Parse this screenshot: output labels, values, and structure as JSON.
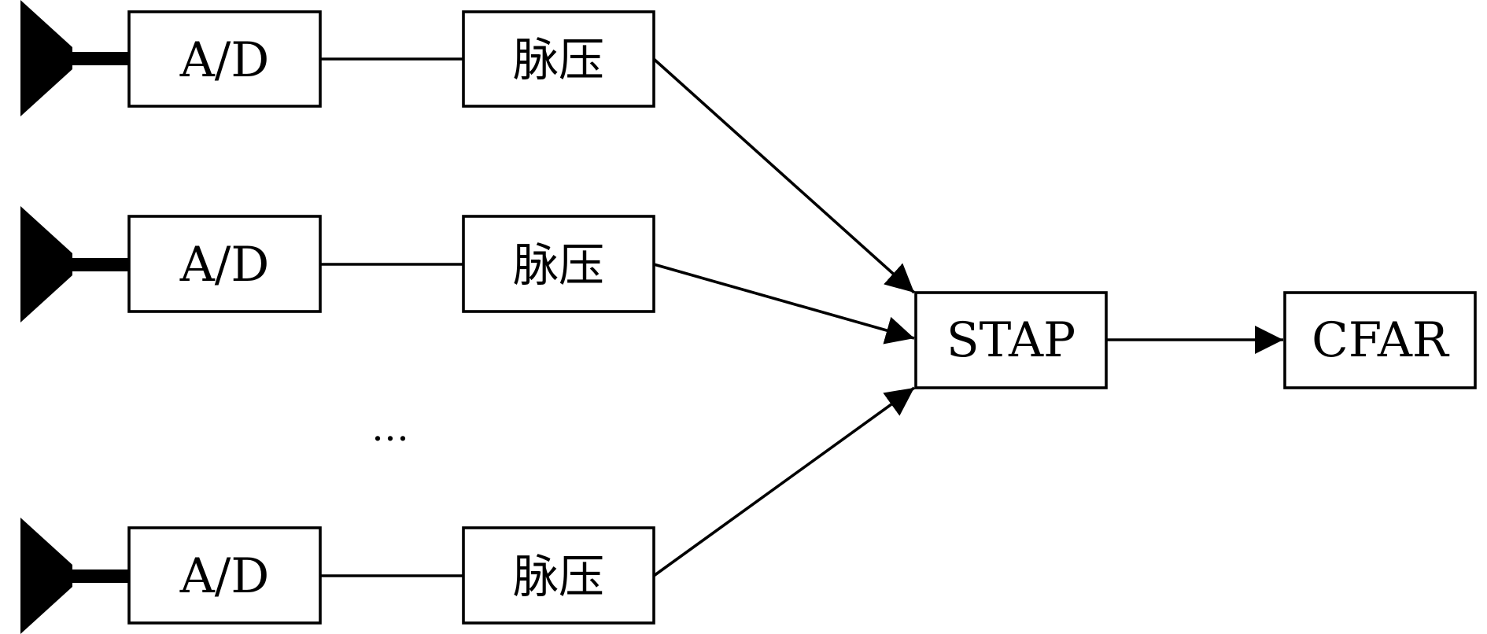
{
  "channels": [
    {
      "adc_label": "A/D",
      "pulse_label": "脉压"
    },
    {
      "adc_label": "A/D",
      "pulse_label": "脉压"
    },
    {
      "adc_label": "A/D",
      "pulse_label": "脉压"
    }
  ],
  "ellipsis": "…",
  "stap_label": "STAP",
  "cfar_label": "CFAR",
  "icons": {
    "antenna": "antenna-icon"
  },
  "colors": {
    "stroke": "#000000",
    "background": "#ffffff"
  }
}
